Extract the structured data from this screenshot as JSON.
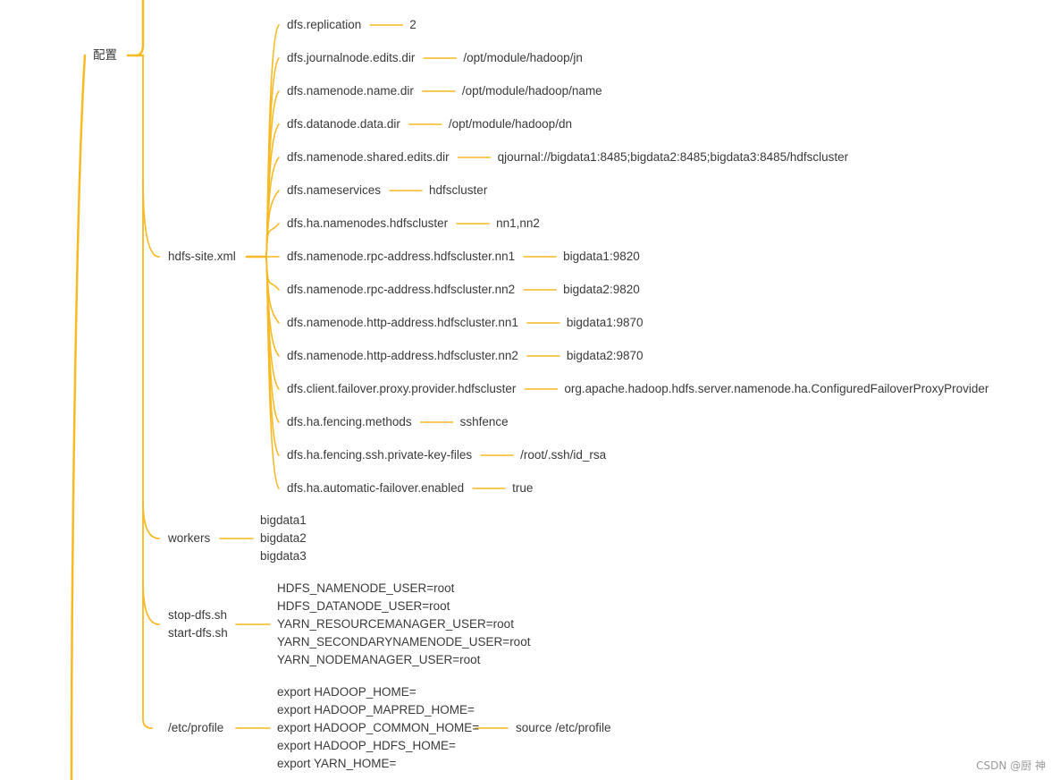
{
  "root": {
    "label": "配置"
  },
  "branches": [
    {
      "label": "hdfs-site.xml",
      "children": [
        {
          "key": "dfs.replication",
          "value": "2"
        },
        {
          "key": "dfs.journalnode.edits.dir",
          "value": "/opt/module/hadoop/jn"
        },
        {
          "key": "dfs.namenode.name.dir",
          "value": "/opt/module/hadoop/name"
        },
        {
          "key": "dfs.datanode.data.dir",
          "value": "/opt/module/hadoop/dn"
        },
        {
          "key": "dfs.namenode.shared.edits.dir",
          "value": "qjournal://bigdata1:8485;bigdata2:8485;bigdata3:8485/hdfscluster"
        },
        {
          "key": "dfs.nameservices",
          "value": "hdfscluster"
        },
        {
          "key": "dfs.ha.namenodes.hdfscluster",
          "value": "nn1,nn2"
        },
        {
          "key": "dfs.namenode.rpc-address.hdfscluster.nn1",
          "value": "bigdata1:9820"
        },
        {
          "key": "dfs.namenode.rpc-address.hdfscluster.nn2",
          "value": "bigdata2:9820"
        },
        {
          "key": "dfs.namenode.http-address.hdfscluster.nn1",
          "value": "bigdata1:9870"
        },
        {
          "key": "dfs.namenode.http-address.hdfscluster.nn2",
          "value": "bigdata2:9870"
        },
        {
          "key": "dfs.client.failover.proxy.provider.hdfscluster",
          "value": "org.apache.hadoop.hdfs.server.namenode.ha.ConfiguredFailoverProxyProvider"
        },
        {
          "key": "dfs.ha.fencing.methods",
          "value": "sshfence"
        },
        {
          "key": "dfs.ha.fencing.ssh.private-key-files",
          "value": "/root/.ssh/id_rsa"
        },
        {
          "key": "dfs.ha.automatic-failover.enabled",
          "value": "true"
        }
      ]
    },
    {
      "label": "workers",
      "lines": [
        "bigdata1",
        "bigdata2",
        "bigdata3"
      ]
    },
    {
      "label_lines": [
        "stop-dfs.sh",
        "start-dfs.sh"
      ],
      "lines": [
        "HDFS_NAMENODE_USER=root",
        "HDFS_DATANODE_USER=root",
        "YARN_RESOURCEMANAGER_USER=root",
        "YARN_SECONDARYNAMENODE_USER=root",
        "YARN_NODEMANAGER_USER=root"
      ]
    },
    {
      "label": "/etc/profile",
      "lines": [
        "export HADOOP_HOME=",
        "export HADOOP_MAPRED_HOME=",
        "export HADOOP_COMMON_HOME=",
        "export HADOOP_HDFS_HOME=",
        "export YARN_HOME="
      ],
      "child": "source /etc/profile"
    }
  ],
  "watermark": "CSDN @厨 神",
  "colors": {
    "edge": "#f7b924",
    "text": "#3a3a3a"
  }
}
